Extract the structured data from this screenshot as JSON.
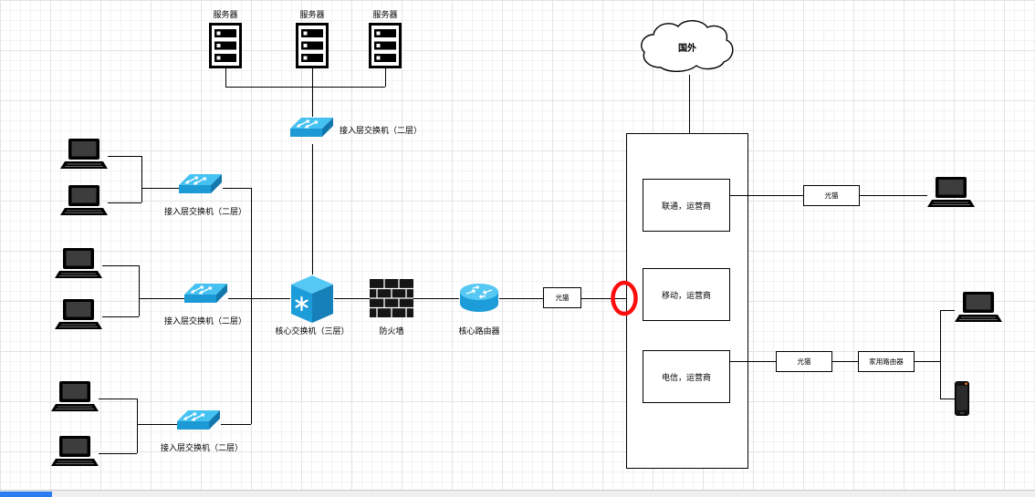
{
  "colors": {
    "device_blue": "#3EBDF2",
    "device_blue_dark": "#1B9AD6",
    "annotation_red": "#FF0D0D",
    "connector": "#000000",
    "scrollbar_blue": "#2B7CF0"
  },
  "nodes": {
    "servers": [
      {
        "label": "服务器"
      },
      {
        "label": "服务器"
      },
      {
        "label": "服务器"
      }
    ],
    "access_switch_servers": {
      "label": "接入层交换机（二层）"
    },
    "access_switch_1": {
      "label": "接入层交换机（二层）"
    },
    "access_switch_2": {
      "label": "接入层交换机（二层）"
    },
    "access_switch_3": {
      "label": "接入层交换机（二层）"
    },
    "core_switch": {
      "label": "核心交换机（三层）"
    },
    "firewall": {
      "label": "防火墙"
    },
    "core_router": {
      "label": "核心路由器"
    },
    "modem_core": {
      "label": "光猫"
    },
    "modem_unicom": {
      "label": "光猫"
    },
    "modem_telecom": {
      "label": "光猫"
    },
    "home_router": {
      "label": "家用路由器"
    },
    "cloud_foreign": {
      "label": "国外"
    },
    "isp_unicom": {
      "label": "联通，运营商"
    },
    "isp_mobile": {
      "label": "移动，运营商"
    },
    "isp_telecom": {
      "label": "电信，运营商"
    }
  }
}
